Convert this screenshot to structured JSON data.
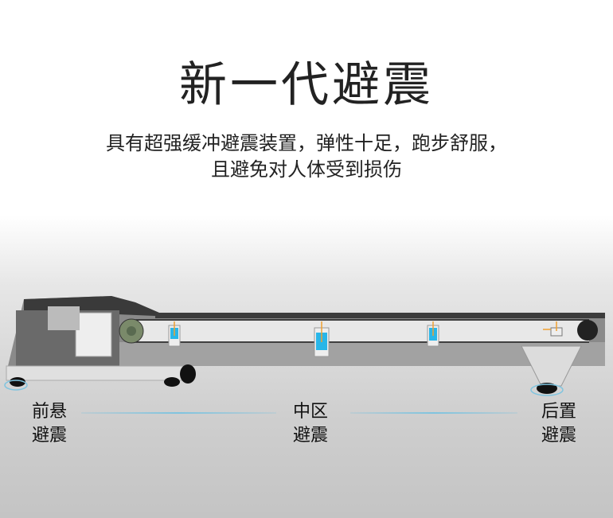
{
  "title": "新一代避震",
  "subtitle": [
    "具有超强缓冲避震装置，弹性十足，跑步舒服，",
    "且避免对人体受到损伤"
  ],
  "labels": {
    "front": [
      "前悬",
      "避震"
    ],
    "middle": [
      "中区",
      "避震"
    ],
    "rear": [
      "后置",
      "避震"
    ]
  },
  "colors": {
    "accent": "#29b6e8",
    "spring": "#f0a030"
  }
}
